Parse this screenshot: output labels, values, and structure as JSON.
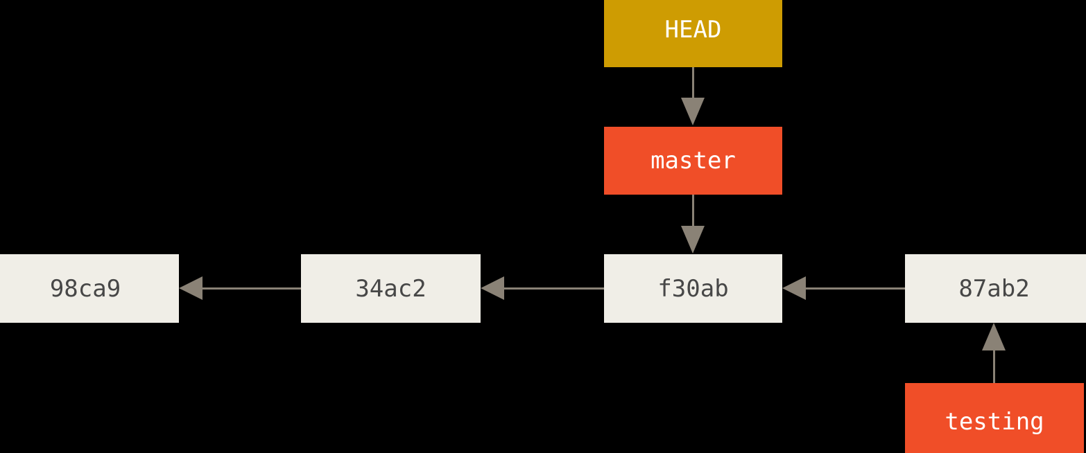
{
  "diagram": {
    "title": "git branch pointers diagram",
    "background_color": "#000000",
    "palette": {
      "head_box": "#CE9C02",
      "branch_box": "#F04E28",
      "commit_box": "#F0EEE7",
      "commit_text": "#474747",
      "box_text_light": "#FFFFFF",
      "arrow": "#8A8276"
    },
    "nodes": {
      "head": {
        "label": "HEAD",
        "kind": "head-pointer"
      },
      "master": {
        "label": "master",
        "kind": "branch"
      },
      "testing": {
        "label": "testing",
        "kind": "branch"
      },
      "commits": [
        {
          "label": "98ca9"
        },
        {
          "label": "34ac2"
        },
        {
          "label": "f30ab"
        },
        {
          "label": "87ab2"
        }
      ]
    },
    "edges": [
      {
        "from": "HEAD",
        "to": "master",
        "direction": "down"
      },
      {
        "from": "master",
        "to": "f30ab",
        "direction": "down"
      },
      {
        "from": "34ac2",
        "to": "98ca9",
        "direction": "left"
      },
      {
        "from": "f30ab",
        "to": "34ac2",
        "direction": "left"
      },
      {
        "from": "87ab2",
        "to": "f30ab",
        "direction": "left"
      },
      {
        "from": "testing",
        "to": "87ab2",
        "direction": "up"
      }
    ]
  }
}
